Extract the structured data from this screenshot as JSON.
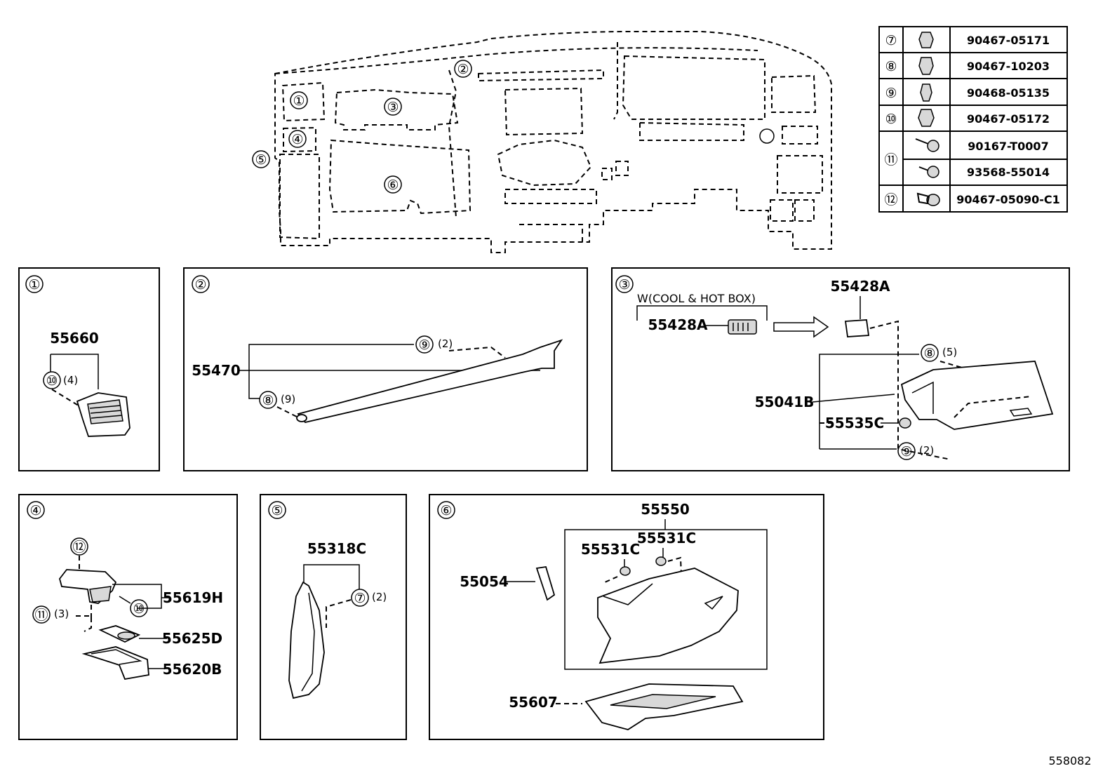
{
  "callouts": [
    "①",
    "②",
    "③",
    "④",
    "⑤",
    "⑥",
    "⑦",
    "⑧",
    "⑨",
    "⑩",
    "⑪",
    "⑫"
  ],
  "fastener_table": [
    {
      "key": "⑦",
      "part_no": "90467-05171"
    },
    {
      "key": "⑧",
      "part_no": "90467-10203"
    },
    {
      "key": "⑨",
      "part_no": "90468-05135"
    },
    {
      "key": "⑩",
      "part_no": "90467-05172"
    },
    {
      "key": "⑪",
      "part_no": "90167-T0007"
    },
    {
      "key": "",
      "part_no": "93568-55014"
    },
    {
      "key": "⑫",
      "part_no": "90467-05090-C1"
    }
  ],
  "panel1": {
    "part": "55660",
    "clip_qty": "(4)"
  },
  "panel2": {
    "part": "55470",
    "clip9_qty": "(2)",
    "clip8_qty": "(9)"
  },
  "panel3": {
    "note": "W(COOL & HOT BOX)",
    "part_a": "55428A",
    "part_a2": "55428A",
    "part_b": "55041B",
    "part_c": "55535C",
    "clip8_qty": "(5)",
    "clip9_qty": "(2)"
  },
  "panel4": {
    "part_h": "55619H",
    "part_d": "55625D",
    "part_b": "55620B",
    "clip11_qty": "(3)"
  },
  "panel5": {
    "part": "55318C",
    "clip7_qty": "(2)"
  },
  "panel6": {
    "part_box": "55550",
    "part_c1": "55531C",
    "part_c2": "55531C",
    "part_hinge": "55054",
    "part_tray": "55607"
  },
  "figure_id": "558082"
}
